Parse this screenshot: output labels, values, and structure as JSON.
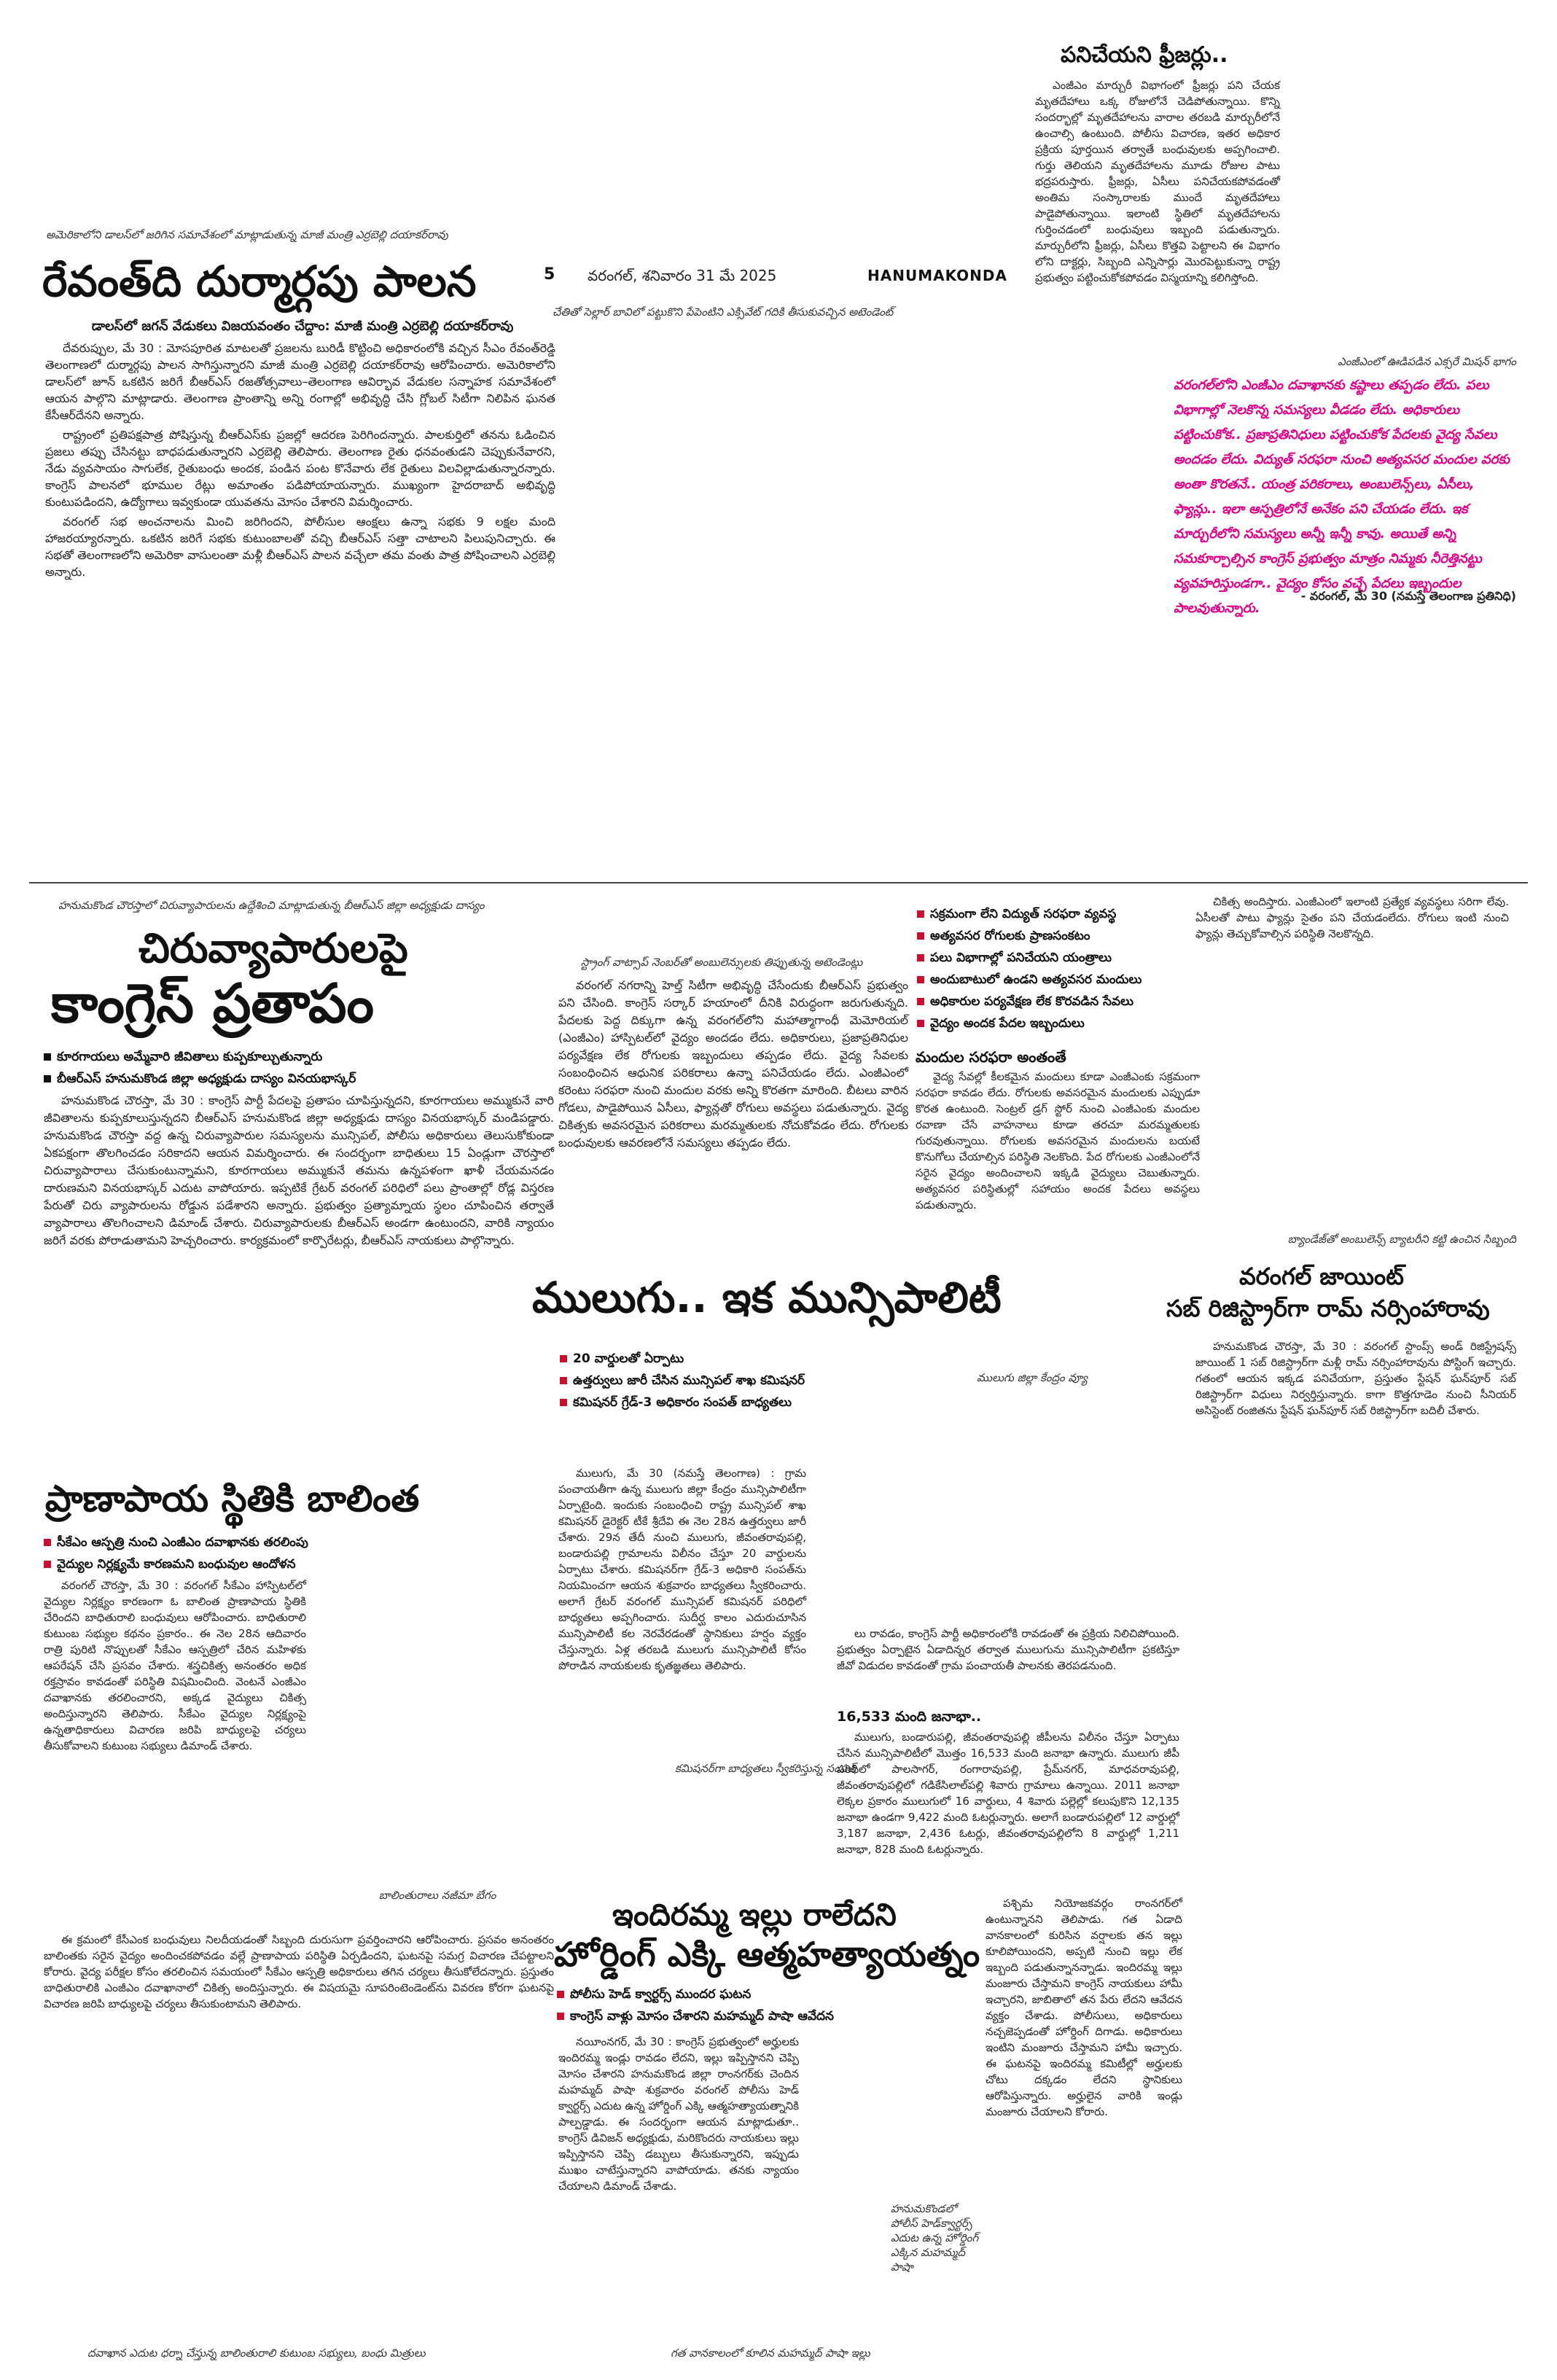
{
  "header": {
    "page_number": "5",
    "dateline": "వరంగల్, శనివారం 31 మే 2025",
    "section": "HANUMAKONDA"
  },
  "article_revanth": {
    "caption": "అమెరికాలోని డాలస్‌లో జరిగిన సమావేశంలో మాట్లాడుతున్న మాజీ మంత్రి ఎర్రబెల్లి దయాకర్‌రావు",
    "headline": "రేవంత్‌ది దుర్మార్గపు పాలన",
    "subhead": "డాలస్‌లో జగన్ వేడుకలు విజయవంతం చేద్దాం: మాజీ మంత్రి ఎర్రబెల్లి దయాకర్‌రావు",
    "body": [
      "దేవరుప్పుల, మే 30 : మోసపూరిత మాటలతో ప్రజలను బురిడీ కొట్టించి అధికారంలోకి వచ్చిన సీఎం రేవంత్‌రెడ్డి తెలంగాణలో దుర్మార్గపు పాలన సాగిస్తున్నారని మాజీ మంత్రి ఎర్రబెల్లి దయాకర్‌రావు ఆరోపించారు. అమెరికాలోని డాలస్‌లో జూన్ ఒకటిన జరిగే బీఆర్ఎస్ రజతోత్సవాలు–తెలంగాణ ఆవిర్భావ వేడుకల సన్నాహక సమావేశంలో ఆయన పాల్గొని మాట్లాడారు. తెలంగాణ ప్రాంతాన్ని అన్ని రంగాల్లో అభివృద్ధి చేసి గ్లోబల్ సిటీగా నిలిపిన ఘనత కేసీఆర్‌దేనని అన్నారు.",
      "రాష్ట్రంలో ప్రతిపక్షపాత్ర పోషిస్తున్న బీఆర్ఎస్‌కు ప్రజల్లో ఆదరణ పెరిగిందన్నారు. పాలకుర్తిలో తనను ఓడించిన ప్రజలు తప్పు చేసినట్టు బాధపడుతున్నారని ఎర్రబెల్లి తెలిపారు. తెలంగాణ రైతు ధనవంతుడని చెప్పుకునేవారని, నేడు వ్యవసాయం సాగులేక, రైతుబంధు అందక, పండిన పంట కొనేవారు లేక రైతులు విలవిల్లాడుతున్నారన్నారు. కాంగ్రెస్ పాలనలో భూముల రేట్లు అమాంతం పడిపోయాయన్నారు. ముఖ్యంగా హైదరాబాద్ అభివృద్ధి కుంటుపడిందని, ఉద్యోగాలు ఇవ్వకుండా యువతను మోసం చేశారని విమర్శించారు.",
      "వరంగల్ సభ అంచనాలను మించి జరిగిందని, పోలీసుల ఆంక్షలు ఉన్నా సభకు 9 లక్షల మంది హాజరయ్యారన్నారు. ఒకటిన జరిగే సభకు కుటుంబాలతో వచ్చి బీఆర్ఎస్ సత్తా చాటాలని పిలుపునిచ్చారు. ఈ సభతో తెలంగాణలోని అమెరికా వాసులంతా మళ్లీ బీఆర్ఎస్ పాలన వచ్చేలా తమ వంతు పాత్ర పోషించాలని ఎర్రబెల్లి అన్నారు."
    ]
  },
  "photo_caption_center": "చేతితో సెల్లార్ బావిలో పట్టుకొని పేపెంటిని ఎక్సివేట్ గదికి తీసుకువచ్చిన అటెండెంట్",
  "article_freezers": {
    "headline": "పనిచేయని ఫ్రీజర్లు..",
    "body": "ఎంజీఎం మార్చురీ విభాగంలో ఫ్రీజర్లు పని చేయక మృతదేహాలు ఒక్క రోజులోనే చెడిపోతున్నాయి. కొన్ని సందర్భాల్లో మృతదేహాలను వారాల తరబడి మార్చురీలోనే ఉంచాల్సి ఉంటుంది. పోలీసు విచారణ, ఇతర అధికార ప్రక్రియ పూర్తయిన తర్వాతే బంధువులకు అప్పగించాలి. గుర్తు తెలియని మృతదేహాలను మూడు రోజుల పాటు భద్రపరుస్తారు. ఫ్రీజర్లు, ఏసీలు పనిచేయకపోవడంతో అంతిమ సంస్కారాలకు ముందే మృతదేహాలు పాడైపోతున్నాయి. ఇలాంటి స్థితిలో మృతదేహాలను గుర్తించడంలో బంధువులు ఇబ్బంది పడుతున్నారు. మార్చురీలోని ఫ్రీజర్లు, ఏసీలు కొత్తవి పెట్టాలని ఈ విభాగం లోని దాక్టర్లు, సిబ్బంది ఎన్నిసార్లు మొరపెట్టుకున్నా రాష్ట్ర ప్రభుత్వం పట్టించుకోకపోవడం విస్మయాన్ని కలిగిస్తోంది.",
    "photo_caption": "ఎంజీఎంలో ఊడిపడిన ఎక్సరే మిషన్ భాగం",
    "highlight": "వరంగల్‌లోని ఎంజీఎం దవాఖానకు కష్టాలు తప్పడం లేదు. పలు విభాగాల్లో నెలకొన్న సమస్యలు వీడడం లేదు. అధికారులు పట్టించుకోక.. ప్రజాప్రతినిధులు పట్టించుకోక పేదలకు వైద్య సేవలు అందడం లేదు. విద్యుత్ సరఫరా నుంచి అత్యవసర మందుల వరకు అంతా కొరతనే.. యంత్ర పరికరాలు, అంబులెన్స్‌లు, ఏసీలు, ఫ్యాన్లు.. ఇలా ఆస్పత్రిలోనే అనేకం పని చేయడం లేదు. ఇక మార్చురీలోని సమస్యలు అన్నీ ఇన్నీ కావు. అయితే అన్ని సమకూర్చాల్సిన కాంగ్రెస్ ప్రభుత్వం మాత్రం నిమ్మకు నీరెత్తినట్టు వ్యవహరిస్తుండగా.. వైద్యం కోసం వచ్చే పేదలు ఇబ్బందుల పాలవుతున్నారు.",
    "highlight_credit": "- వరంగల్, మే 30 (నమస్తే తెలంగాణ ప్రతినిధి)"
  },
  "article_mgm": {
    "photo_caption": "స్ట్రాంగ్ వాట్సాప్ నెంబర్‌తో అంబులెన్సులకు తిప్పుతున్న అటెండెంట్లు",
    "body": "వరంగల్ నగరాన్ని హెల్త్ సిటీగా అభివృద్ధి చేసేందుకు బీఆర్ఎస్ ప్రభుత్వం పని చేసింది. కాంగ్రెస్ సర్కార్ హయాంలో దీనికి విరుద్ధంగా జరుగుతున్నది. పేదలకు పెద్ద దిక్కుగా ఉన్న వరంగల్‌లోని మహాత్మాగాంధీ మెమోరియల్ (ఎంజీఎం) హాస్పిటల్‌లో వైద్యం అందడం లేదు. అధికారులు, ప్రజాప్రతినిధుల పర్యవేక్షణ లేక రోగులకు ఇబ్బందులు తప్పడం లేదు. వైద్య సేవలకు సంబంధించిన ఆధునిక పరికరాలు ఉన్నా పనిచేయడం లేదు. ఎంజీఎంలో కరెంటు సరఫరా నుంచి మందుల వరకు అన్ని కొరతగా మారింది. బీటలు వారిన గోడలు, పాడైపోయిన ఏసీలు, ఫ్యాన్లతో రోగులు అవస్థలు పడుతున్నారు. వైద్య చికిత్సకు అవసరమైన పరికరాలు మరమ్మతులకు నోచుకోవడం లేదు. రోగులకు బంధువులకు ఆవరణలోనే సమస్యలు తప్పడం లేదు."
  },
  "factbox": {
    "items": [
      "సక్రమంగా లేని విద్యుత్ సరఫరా వ్యవస్థ",
      "అత్యవసర రోగులకు ప్రాణసంకటం",
      "పలు విభాగాల్లో పనిచేయని యంత్రాలు",
      "అందుబాటులో ఉండని అత్యవసర మందులు",
      "అధికారుల పర్యవేక్షణ లేక కొరవడిన సేవలు",
      "వైద్యం అందక పేదల ఇబ్బందులు"
    ]
  },
  "article_medicine": {
    "headline": "మందుల సరఫరా అంతంతే",
    "body": "వైద్య సేవల్లో కీలకమైన మందులు కూడా ఎంజీఎంకు సక్రమంగా సరఫరా కావడం లేదు. రోగులకు అవసరమైన మందులకు ఎప్పుడూ కొరత ఉంటుంది. సెంట్రల్ డ్రగ్ స్టోర్ నుంచి ఎంజీఎంకు మందుల రవాణా చేసే వాహనాలు కూడా తరచూ మరమ్మతులకు గురవుతున్నాయి. రోగులకు అవసరమైన మందులను బయటే కొనుగోలు చేయాల్సిన పరిస్థితి నెలకొంది. పేద రోగులకు ఎంజీఎంలోనే సరైన వైద్యం అందించాలని ఇక్కడి వైద్యులు చెబుతున్నారు. అత్యవసర పరిస్థితుల్లో సహాయం అందక పేదలు అవస్థలు పడుతున్నారు.",
    "body_right": "చికిత్స అందిస్తారు. ఎంజీఎంలో ఇలాంటి ప్రత్యేక వ్యవస్థలు సరిగా లేవు. ఏసీలతో పాటు ఫ్యాన్లు సైతం పని చేయడంలేదు. రోగులు ఇంటి నుంచి ఫ్యాన్లు తెచ్చుకోవాల్సిన పరిస్థితి నెలకొన్నది."
  },
  "article_registrar": {
    "caption": "బ్యాండేజ్‌తో అంబులెన్స్ బ్యాటరీని కట్టి ఉంచిన సిబ్బంది",
    "headline1": "వరంగల్ జాయింట్",
    "headline2": "సబ్ రిజిస్ట్రార్‌గా రామ్ నర్సింహారావు",
    "body": "హనుమకొండ చౌరస్తా, మే 30 : వరంగల్ స్టాంప్స్ అండ్ రిజిస్ట్రేషన్స్ జాయింట్ 1 సబ్ రిజిస్ట్రార్‌గా మళ్లీ రామ్ నర్సింహారావును పోస్టింగ్ ఇచ్చారు. గతంలో ఆయన ఇక్కడ పనిచేయగా, ప్రస్తుతం స్టేషన్ ఘన్‌పూర్ సబ్ రిజిస్ట్రార్‌గా విధులు నిర్వర్తిస్తున్నారు. కాగా కొత్తగూడెం నుంచి సీనియర్ అసిస్టెంట్ రంజితను స్టేషన్ ఘన్‌పూర్ సబ్ రిజిస్ట్రార్‌గా బదిలీ చేశారు."
  },
  "article_vendors": {
    "caption": "హనుమకొండ చౌరస్తాలో చిరువ్యాపారులను ఉద్దేశించి మాట్లాడుతున్న బీఆర్ఎస్ జిల్లా అధ్యక్షుడు దాస్యం",
    "headline1": "చిరువ్యాపారులపై",
    "headline2": "కాంగ్రెస్ ప్రతాపం",
    "bullets": [
      "కూరగాయలు అమ్మేవారి జీవితాలు కుప్పకూల్చుతున్నారు",
      "బీఆర్ఎస్ హనుమకొండ జిల్లా అధ్యక్షుడు దాస్యం వినయభాస్కర్"
    ],
    "body": "హనుమకొండ చౌరస్తా, మే 30 : కాంగ్రెస్ పార్టీ పేదలపై ప్రతాపం చూపిస్తున్నదని, కూరగాయలు అమ్ముకునే వారి జీవితాలను కుప్పకూలుస్తున్నదని బీఆర్ఎస్ హనుమకొండ జిల్లా అధ్యక్షుడు దాస్యం వినయభాస్కర్ మండిపడ్డారు. హనుమకొండ చౌరస్తా వద్ద ఉన్న చిరువ్యాపారుల సమస్యలను మున్సిపల్, పోలీసు అధికారులు తెలుసుకోకుండా ఏకపక్షంగా తొలగించడం సరికాదని ఆయన విమర్శించారు. ఈ సందర్భంగా బాధితులు 15 ఏండ్లుగా చౌరస్తాలో చిరువ్యాపారాలు చేసుకుంటున్నామని, కూరగాయలు అమ్ముకునే తమను ఉన్నపళంగా ఖాళీ చేయమనడం దారుణమని వినయభాస్కర్ ఎదుట వాపోయారు. ఇప్పటికే గ్రేటర్ వరంగల్ పరిధిలో పలు ప్రాంతాల్లో రోడ్ల విస్తరణ పేరుతో చిరు వ్యాపారులను రోడ్డున పడేశారని అన్నారు. ప్రభుత్వం ప్రత్యామ్నాయ స్థలం చూపించిన తర్వాతే వ్యాపారాలు తొలగించాలని డిమాండ్ చేశారు. చిరువ్యాపారులకు బీఆర్ఎస్ అండగా ఉంటుందని, వారికి న్యాయం జరిగే వరకు పోరాడుతామని హెచ్చరించారు. కార్యక్రమంలో కార్పొరేటర్లు, బీఆర్ఎస్ నాయకులు పాల్గొన్నారు."
  },
  "article_mulugu": {
    "headline": "ములుగు.. ఇక మున్సిపాలిటీ",
    "photo_caption": "ములుగు జిల్లా కేంద్రం వ్యూ",
    "bullets": [
      "20 వార్డులతో ఏర్పాటు",
      "ఉత్తర్వులు జారీ చేసిన మున్సిపల్ శాఖ కమిషనర్",
      "కమిషనర్ గ్రేడ్-3 అధికారం సంపత్ బాధ్యతలు"
    ],
    "body": "ములుగు, మే 30 (నమస్తే తెలంగాణ) : గ్రామ పంచాయతీగా ఉన్న ములుగు జిల్లా కేంద్రం మున్సిపాలిటీగా ఏర్పాటైంది. ఇందుకు సంబంధించి రాష్ట్ర మున్సిపల్ శాఖ కమిషనర్ డైరెక్టర్ టీకే శ్రీదేవి ఈ నెల 28న ఉత్తర్వులు జారీ చేశారు. 29న తేదీ నుంచి ములుగు, జీవంతరావుపల్లి, బండారుపల్లి గ్రామాలను విలీనం చేస్తూ 20 వార్డులను ఏర్పాటు చేశారు. కమిషనర్‌గా గ్రేడ్-3 అధికారి సంపత్‌ను నియమించగా ఆయన శుక్రవారం బాధ్యతలు స్వీకరించారు. అలాగే గ్రేటర్ వరంగల్ మున్సిపల్ కమిషనర్ పరిధిలో బాధ్యతలు అప్పగించారు. సుదీర్ఘ కాలం ఎదురుచూసిన మున్సిపాలిటీ కల నెరవేరడంతో స్థానికులు హర్షం వ్యక్తం చేస్తున్నారు. ఏళ్ల తరబడి ములుగు మున్సిపాలిటీ కోసం పోరాడిన నాయకులకు కృతజ్ఞతలు తెలిపారు.",
    "photo_caption2": "కమిషనర్‌గా బాధ్యతలు స్వీకరిస్తున్న సంపత్",
    "body_right": "లు రావడం, కాంగ్రెస్ పార్టీ అధికారంలోకి రావడంతో ఈ ప్రక్రియ నిలిచిపోయింది. ప్రభుత్వం ఏర్పాటైన ఏడాదిన్నర తర్వాత ములుగును మున్సిపాలిటీగా ప్రకటిస్తూ జీవో విడుదల కావడంతో గ్రామ పంచాయతీ పాలనకు తెరపడనుంది.",
    "stat_heading": "16,533 మంది జనాభా..",
    "stat_body": "ములుగు, బండారుపల్లి, జీవంతరావుపల్లి జీపీలను విలీనం చేస్తూ ఏర్పాటు చేసిన మున్సిపాలిటీలో మొత్తం 16,533 మంది జనాభా ఉన్నారు. ములుగు జీపీ పరిధిలో పాలసాగర్, రంగారావుపల్లి, ప్రేమ్‌నగర్, మాధవరావుపల్లి, జీవంతరావుపల్లిలో గడికేసిలాల్‌పల్లి శివారు గ్రామాలు ఉన్నాయి. 2011 జనాభా లెక్కల ప్రకారం ములుగులో 16 వార్డులు, 4 శివారు పల్లెల్లో కలుపుకొని 12,135 జనాభా ఉండగా 9,422 మంది ఓటర్లున్నారు. అలాగే బండారుపల్లిలో 12 వార్డుల్లో 3,187 జనాభా, 2,436 ఓటర్లు, జీవంతరావుపల్లిలోని 8 వార్డుల్లో 1,211 జనాభా, 828 మంది ఓటర్లున్నారు."
  },
  "article_mother": {
    "headline": "ప్రాణాపాయ స్థితికి బాలింత",
    "bullets": [
      "సీకేఎం ఆస్పత్రి నుంచి ఎంజీఎం దవాఖానకు తరలింపు",
      "వైద్యుల నిర్లక్ష్యమే కారణమని బంధువుల ఆందోళన"
    ],
    "body": "వరంగల్ చౌరస్తా, మే 30 : వరంగల్ సీకేఎం హాస్పిటల్‌లో వైద్యుల నిర్లక్ష్యం కారణంగా ఓ బాలింత ప్రాణాపాయ స్థితికి చేరిందని బాధితురాలి బంధువులు ఆరోపించారు. బాధితురాలి కుటుంబ సభ్యుల కథనం ప్రకారం.. ఈ నెల 28న ఆదివారం రాత్రి పురిటి నొప్పులతో సీకేఎం ఆస్పత్రిలో చేరిన మహిళకు ఆపరేషన్ చేసి ప్రసవం చేశారు. శస్త్రచికిత్స అనంతరం అధిక రక్తస్రావం కావడంతో పరిస్థితి విషమించింది. వెంటనే ఎంజీఎం దవాఖానకు తరలించారని, అక్కడ వైద్యులు చికిత్స అందిస్తున్నారని తెలిపారు. సీకేఎం వైద్యుల నిర్లక్ష్యంపై ఉన్నతాధికారులు విచారణ జరిపి బాధ్యులపై చర్యలు తీసుకోవాలని కుటుంబ సభ్యులు డిమాండ్ చేశారు.",
    "photo_caption": "బాలింతురాలు నజీమా బేగం",
    "body_bottom": "ఈ క్రమంలో కేసీఎంక బంధువులు నిలదీయడంతో సిబ్బంది దురుసుగా ప్రవర్తించారని ఆరోపించారు. ప్రసవం అనంతరం బాలింతకు సరైన వైద్యం అందించకపోవడం వల్లే ప్రాణాపాయ పరిస్థితి ఏర్పడిందని, ఘటనపై సమగ్ర విచారణ చేపట్టాలని కోరారు. వైద్య పరీక్షల కోసం తరలించిన సమయంలో సీకేఎం ఆస్పత్రి అధికారులు తగిన చర్యలు తీసుకోలేదన్నారు. ప్రస్తుతం బాధితురాలికి ఎంజీఎం దవాఖానాలో చికిత్స అందిస్తున్నారు. ఈ విషయమై సూపరింటెండెంట్‌ను వివరణ కోరగా ఘటనపై విచారణ జరిపి బాధ్యులపై చర్యలు తీసుకుంటామని తెలిపారు.",
    "bottom_caption": "దవాఖాన ఎదుట ధర్నా చేస్తున్న బాలింతురాలి కుటుంబ సభ్యులు, బంధు మిత్రులు"
  },
  "article_hoarding": {
    "headline1": "ఇందిరమ్మ ఇల్లు రాలేదని",
    "headline2": "హోర్డింగ్ ఎక్కి ఆత్మహత్యాయత్నం",
    "bullets": [
      "పోలీసు హెడ్ క్వార్టర్స్ ముందర ఘటన",
      "కాంగ్రెస్ వాళ్లు మోసం చేశారని మహమ్మద్ పాషా ఆవేదన"
    ],
    "body": "నయీంనగర్, మే 30 : కాంగ్రెస్ ప్రభుత్వంలో అర్హులకు ఇందిరమ్మ ఇండ్లు రావడం లేదని, ఇల్లు ఇప్పిస్తానని చెప్పి మోసం చేశారని హనుమకొండ జిల్లా రాంనగర్‌కు చెందిన మహమ్మద్ పాషా శుక్రవారం వరంగల్ పోలీసు హెడ్ క్వార్టర్స్ ఎదుట ఉన్న హోర్డింగ్ ఎక్కి ఆత్మహత్యాయత్నానికి పాల్పడ్డాడు. ఈ సందర్భంగా ఆయన మాట్లాడుతూ.. కాంగ్రెస్ డివిజన్ అధ్యక్షుడు, మరికొందరు నాయకులు ఇల్లు ఇప్పిస్తానని చెప్పి డబ్బులు తీసుకున్నారని, ఇప్పుడు ముఖం చాటేస్తున్నారని వాపోయాడు. తనకు న్యాయం చేయాలని డిమాండ్ చేశాడు.",
    "photo_caption": "హనుమకొండలో పోలీస్ హెడ్‌క్వార్టర్స్ ఎదుట ఉన్న హోర్డింగ్ ఎక్కిన మహమ్మద్ పాషా",
    "body_right": "పశ్చిమ నియోజకవర్గం రాంనగర్‌లో ఉంటున్నానని తెలిపాడు. గత ఏడాది వానకాలంలో కురిసిన వర్షాలకు తన ఇల్లు కూలిపోయిందని, అప్పటి నుంచి ఇల్లు లేక ఇబ్బంది పడుతున్నానన్నాడు. ఇందిరమ్మ ఇల్లు మంజూరు చేస్తామని కాంగ్రెస్ నాయకులు హామీ ఇచ్చారని, జాబితాలో తన పేరు లేదని ఆవేదన వ్యక్తం చేశాడు. పోలీసులు, అధికారులు నచ్చజెప్పడంతో హోర్డింగ్ దిగాడు. అధికారులు ఇంటిని మంజూరు చేస్తామని హామీ ఇచ్చారు. ఈ ఘటనపై ఇందిరమ్మ కమిటీల్లో అర్హులకు చోటు దక్కడం లేదని స్థానికులు ఆరోపిస్తున్నారు. అర్హులైన వారికి ఇండ్లు మంజూరు చేయాలని కోరారు.",
    "bottom_caption": "గత వానకాలంలో కూలిన మహమ్మద్ పాషా ఇల్లు"
  }
}
